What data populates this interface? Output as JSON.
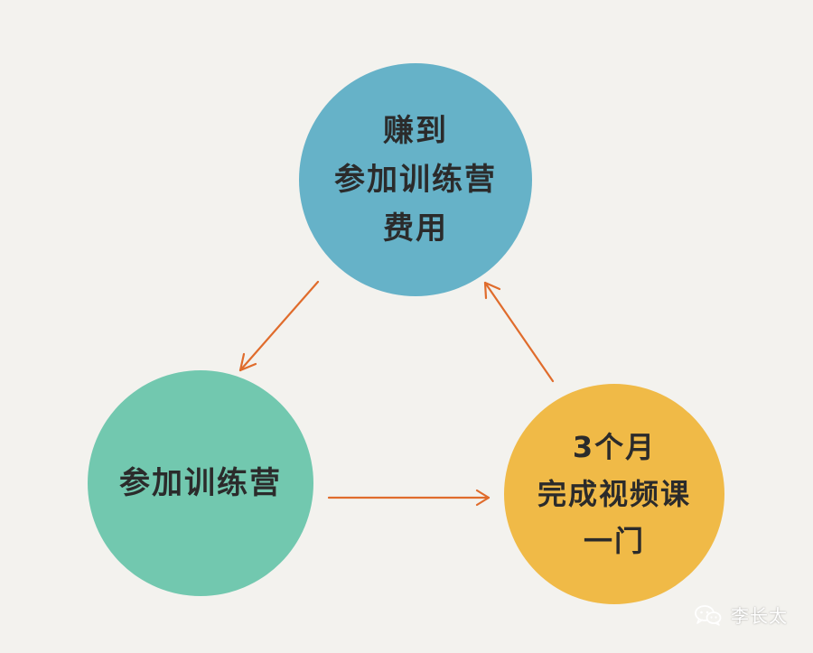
{
  "nodes": {
    "top": {
      "lines": [
        "赚到",
        "参加训练营",
        "费用"
      ],
      "color": "#66b2c8"
    },
    "left": {
      "lines": [
        "参加训练营"
      ],
      "color": "#72c8af"
    },
    "right": {
      "lines": [
        "3个月",
        "完成视频课",
        "一门"
      ],
      "color": "#f0ba47"
    }
  },
  "arrow_color": "#e06c2c",
  "watermark": {
    "icon": "wechat-icon",
    "text": "李长太"
  }
}
